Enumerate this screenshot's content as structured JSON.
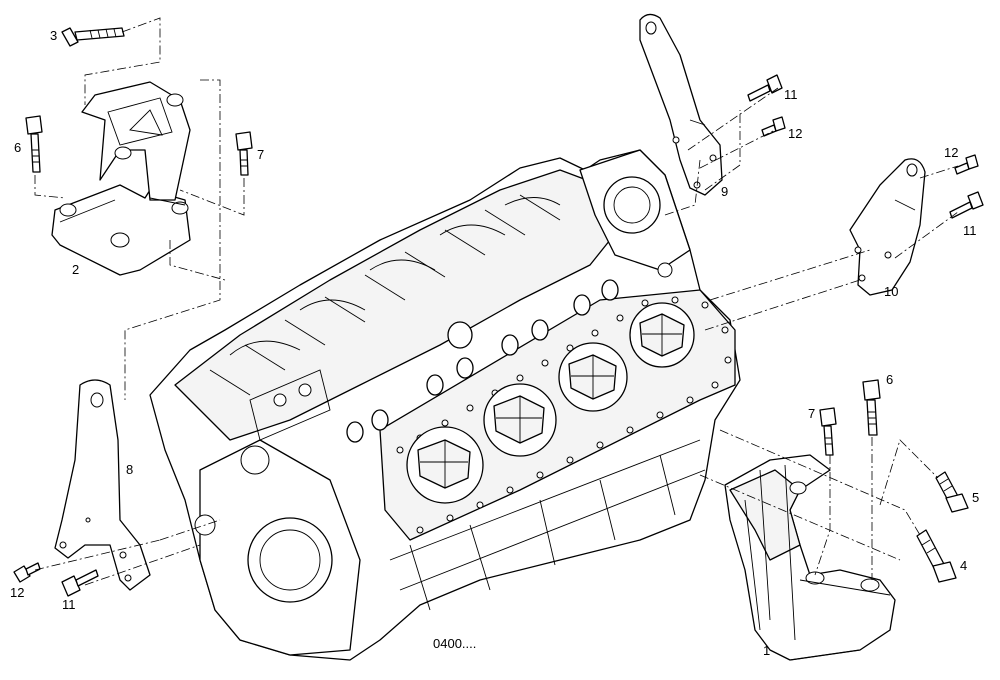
{
  "drawing_code": "0400....",
  "callouts": {
    "c1": "1",
    "c2": "2",
    "c3": "3",
    "c4": "4",
    "c5": "5",
    "c6a": "6",
    "c6b": "6",
    "c7a": "7",
    "c7b": "7",
    "c8": "8",
    "c9": "9",
    "c10": "10",
    "c11a": "11",
    "c11b": "11",
    "c11c": "11",
    "c12a": "12",
    "c12b": "12",
    "c12c": "12"
  }
}
